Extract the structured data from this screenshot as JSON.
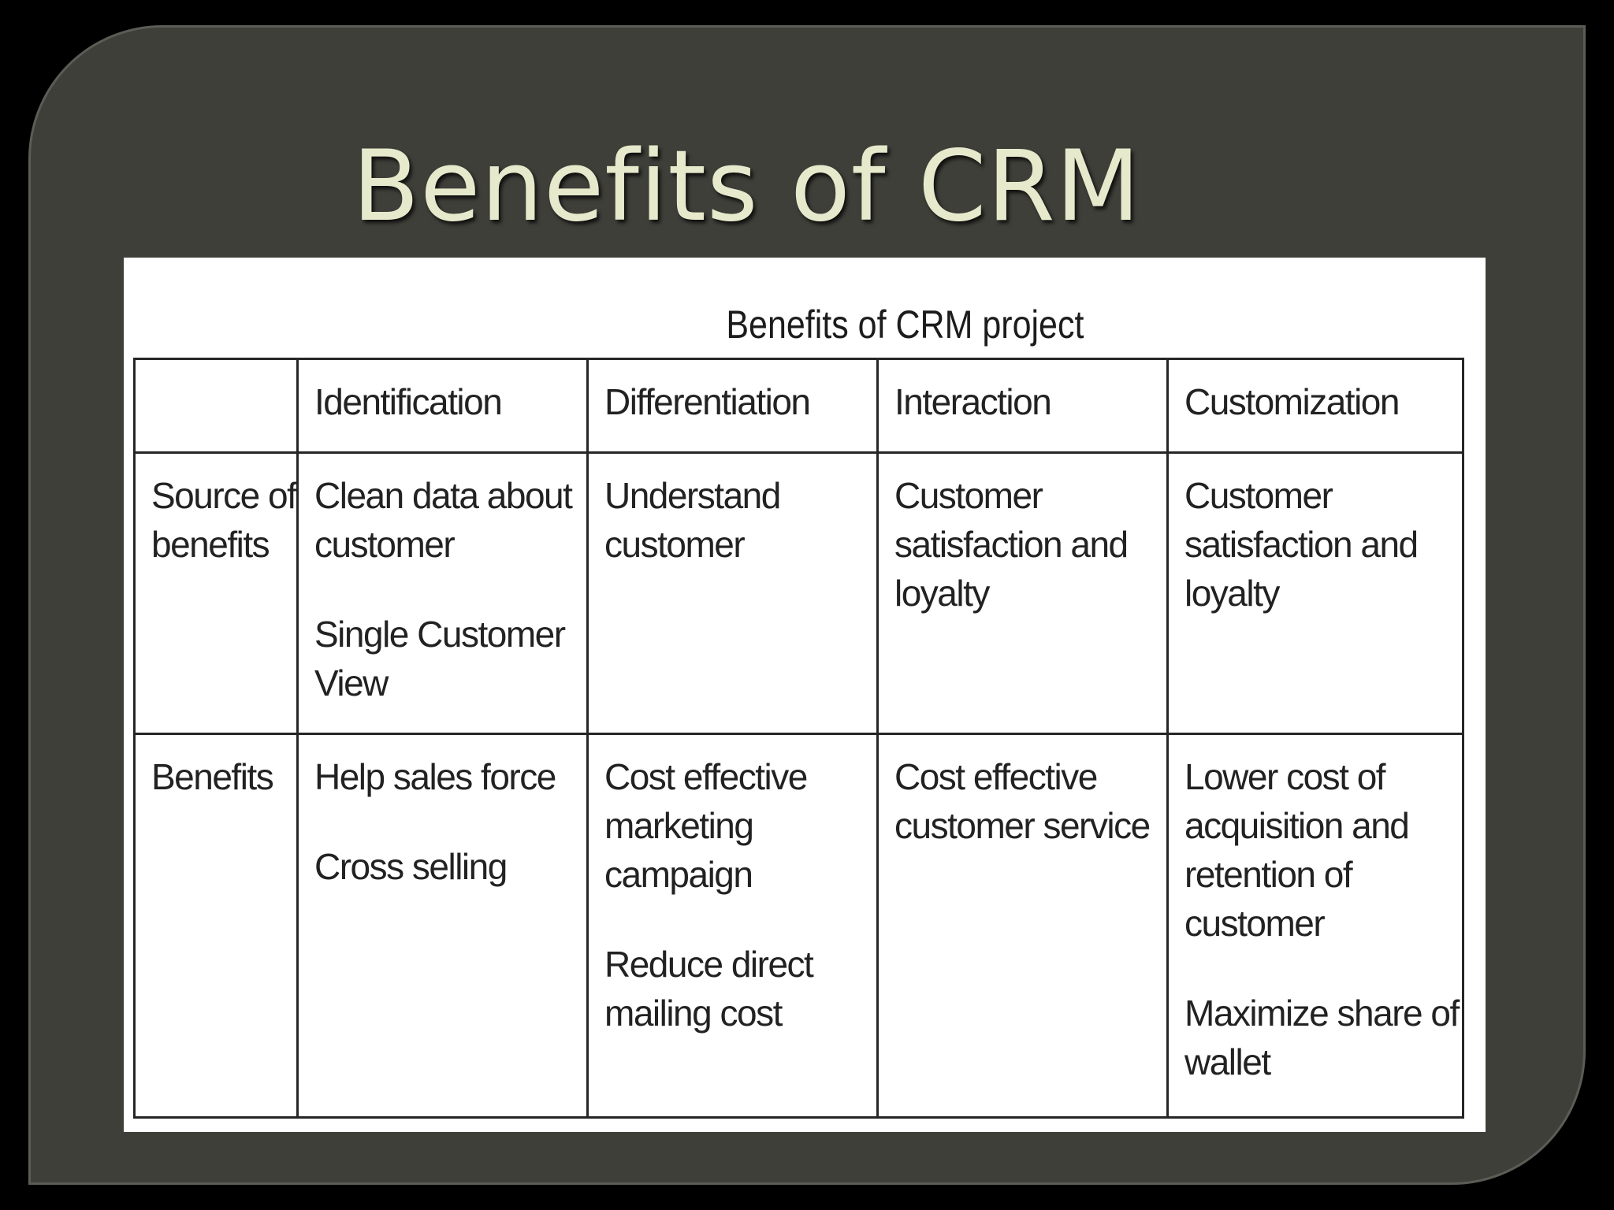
{
  "slide": {
    "title": "Benefits of CRM"
  },
  "figure": {
    "caption": "Benefits of CRM project",
    "columns": [
      "",
      "Identification",
      "Differentiation",
      "Interaction",
      "Customization"
    ],
    "rows": [
      {
        "label": [
          "Source of",
          "benefits"
        ],
        "cells": [
          {
            "lines": [
              "Clean data about",
              "customer",
              "Single Customer",
              "View"
            ]
          },
          {
            "lines": [
              "Understand",
              "customer"
            ]
          },
          {
            "lines": [
              "Customer",
              "satisfaction and",
              "loyalty"
            ]
          },
          {
            "lines": [
              "Customer",
              "satisfaction and",
              "loyalty"
            ]
          }
        ]
      },
      {
        "label": [
          "Benefits"
        ],
        "cells": [
          {
            "lines": [
              "Help sales force",
              "Cross selling"
            ]
          },
          {
            "lines": [
              "Cost effective",
              "marketing",
              "campaign",
              "Reduce direct",
              "mailing cost"
            ]
          },
          {
            "lines": [
              "Cost effective",
              "customer service"
            ]
          },
          {
            "lines": [
              "Lower cost of",
              "acquisition and",
              "retention of",
              "customer",
              "Maximize share of",
              "wallet"
            ]
          }
        ]
      }
    ]
  },
  "colors": {
    "page_background": "#000000",
    "slide_background": "#3e3f39",
    "title_text": "#e6e9cb",
    "panel_background": "#ffffff",
    "table_border": "#262626"
  }
}
